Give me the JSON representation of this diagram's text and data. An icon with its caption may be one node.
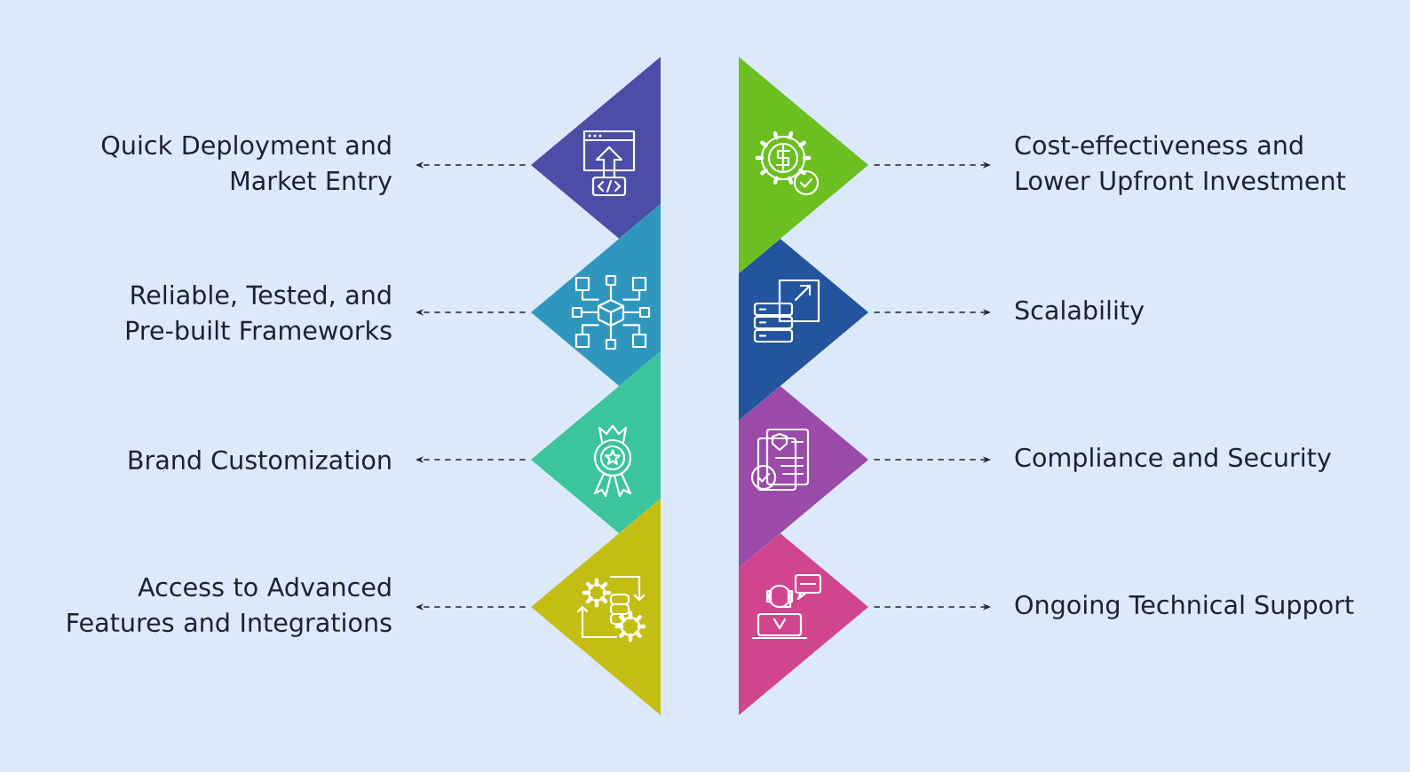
{
  "diagram": {
    "nodes": [
      {
        "text": [
          "Quick Deployment and Market Entry"
        ]
      },
      {
        "text": [],
        "shape": "triangle"
      },
      {
        "text": [],
        "shape": "triangle"
      },
      {
        "text": [
          "Cost-effectiveness and Lower Upfront Investment"
        ]
      },
      {
        "text": [
          "Reliable, Tested, and Pre-built Frameworks"
        ]
      },
      {
        "text": [],
        "shape": "triangle"
      },
      {
        "text": [],
        "shape": "triangle"
      },
      {
        "text": [
          "Scalability"
        ]
      },
      {
        "text": [
          "Brand Customization"
        ]
      },
      {
        "text": [],
        "shape": "triangle"
      },
      {
        "text": [],
        "shape": "triangle"
      },
      {
        "text": [
          "Compliance and Security"
        ]
      },
      {
        "text": [
          "Access to Advanced Features and Integrations"
        ]
      },
      {
        "text": [],
        "shape": "triangle"
      },
      {
        "text": [],
        "shape": "triangle"
      },
      {
        "text": [
          "Ongoing Technical Support"
        ]
      }
    ],
    "edges": [
      {
        "from": 1,
        "to": 0,
        "arrow": "to",
        "style": "dashed"
      },
      {
        "from": 2,
        "to": 3,
        "arrow": "to",
        "style": "dashed"
      },
      {
        "from": 5,
        "to": 4,
        "arrow": "to",
        "style": "dashed"
      },
      {
        "from": 6,
        "to": 7,
        "arrow": "to",
        "style": "dashed"
      },
      {
        "from": 9,
        "to": 8,
        "arrow": "to",
        "style": "dashed"
      },
      {
        "from": 10,
        "to": 11,
        "arrow": "to",
        "style": "dashed"
      },
      {
        "from": 13,
        "to": 12,
        "arrow": "to",
        "style": "dashed"
      },
      {
        "from": 14,
        "to": 15,
        "arrow": "to",
        "style": "dashed"
      }
    ]
  }
}
